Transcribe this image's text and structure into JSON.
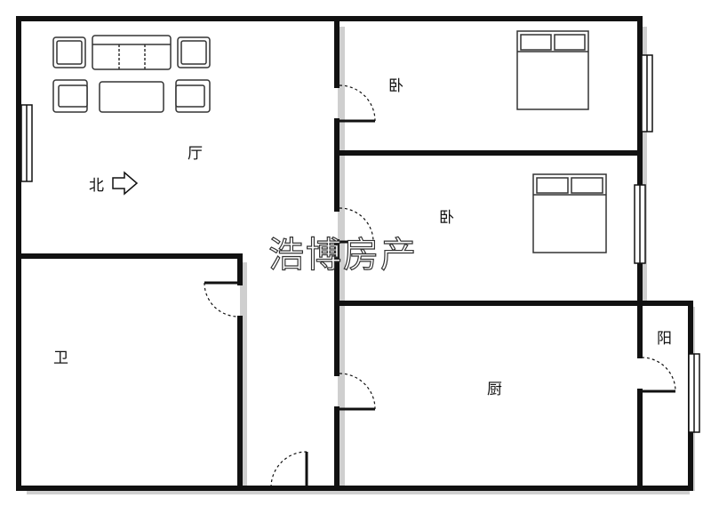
{
  "rooms": {
    "living_room": "厅",
    "bedroom_top": "卧",
    "bedroom_mid": "卧",
    "bathroom": "卫",
    "kitchen": "厨",
    "balcony": "阳"
  },
  "compass": {
    "label": "北",
    "icon": "north-arrow-icon"
  },
  "watermark": "浩博房产",
  "colors": {
    "wall": "#111111",
    "shadow": "#c8c8c8",
    "furniture": "#333333"
  }
}
